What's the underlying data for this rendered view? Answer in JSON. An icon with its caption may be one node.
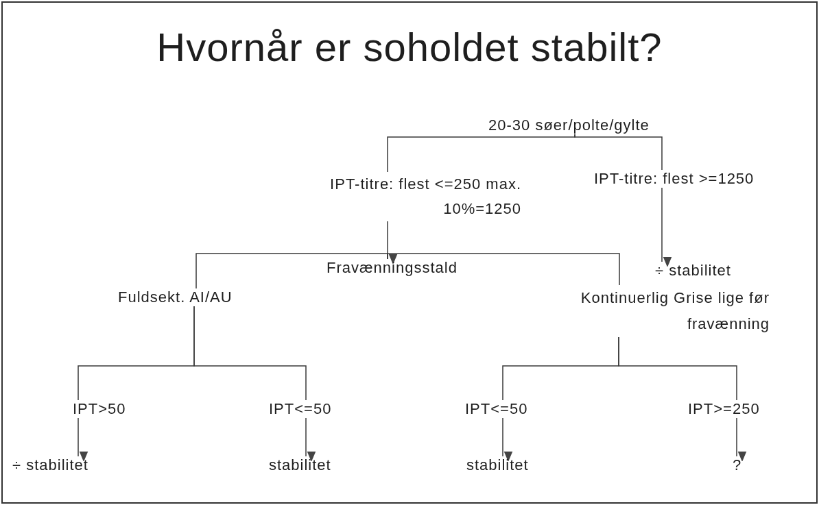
{
  "diagram": {
    "title": "Hvornår er soholdet stabilt?",
    "nodes": [
      {
        "text": [
          "20-30 søer/polte/gylte"
        ]
      },
      {
        "text": [
          "IPT-titre: flest <=250 max. 10%=1250"
        ]
      },
      {
        "text": [
          "IPT-titre: flest >=1250"
        ]
      },
      {
        "text": [
          "÷ stabilitet"
        ]
      },
      {
        "text": [
          "Fravænningsstald"
        ]
      },
      {
        "text": [
          "Fuldsekt. AI/AU"
        ]
      },
      {
        "text": [
          "Kontinuerlig Grise lige før fravænning"
        ]
      },
      {
        "text": [
          "IPT>50"
        ]
      },
      {
        "text": [
          "IPT<=50"
        ]
      },
      {
        "text": [
          "÷ stabilitet"
        ]
      },
      {
        "text": [
          "stabilitet"
        ]
      },
      {
        "text": [
          "IPT<=50"
        ]
      },
      {
        "text": [
          "IPT>=250"
        ]
      },
      {
        "text": [
          "stabilitet"
        ]
      },
      {
        "text": [
          "?"
        ]
      }
    ],
    "edges": [
      {
        "from": 0,
        "to": 1,
        "arrow": "none"
      },
      {
        "from": 0,
        "to": 2,
        "arrow": "none"
      },
      {
        "from": 1,
        "to": 4,
        "arrow": "to"
      },
      {
        "from": 2,
        "to": 3,
        "arrow": "to"
      },
      {
        "from": 4,
        "to": 5,
        "arrow": "none"
      },
      {
        "from": 4,
        "to": 6,
        "arrow": "none"
      },
      {
        "from": 5,
        "to": 7,
        "arrow": "none"
      },
      {
        "from": 5,
        "to": 8,
        "arrow": "none"
      },
      {
        "from": 6,
        "to": 11,
        "arrow": "none"
      },
      {
        "from": 6,
        "to": 12,
        "arrow": "none"
      },
      {
        "from": 7,
        "to": 9,
        "arrow": "to"
      },
      {
        "from": 8,
        "to": 10,
        "arrow": "to"
      },
      {
        "from": 11,
        "to": 13,
        "arrow": "to"
      },
      {
        "from": 12,
        "to": 14,
        "arrow": "to"
      }
    ]
  }
}
